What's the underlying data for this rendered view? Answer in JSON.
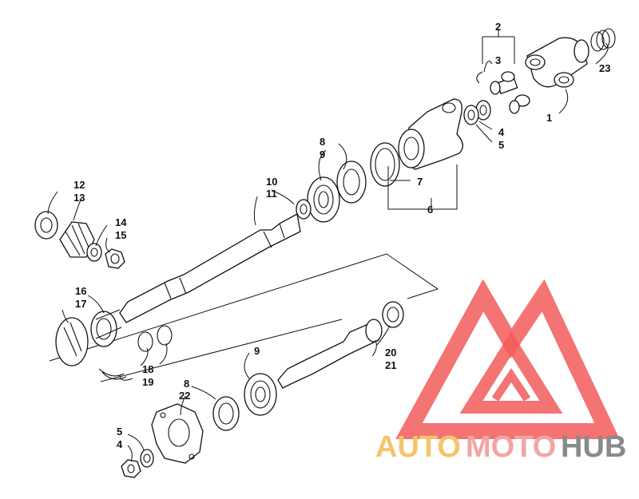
{
  "callouts": {
    "c1": "1",
    "c2": "2",
    "c3": "3",
    "c4a": "4",
    "c5a": "5",
    "c6": "6",
    "c7": "7",
    "c8a": "8",
    "c9a": "9",
    "c10": "10",
    "c11": "11",
    "c12": "12",
    "c13": "13",
    "c14": "14",
    "c15": "15",
    "c16": "16",
    "c17": "17",
    "c18": "18",
    "c19": "19",
    "c20": "20",
    "c21": "21",
    "c23": "23",
    "c9b": "9",
    "c8b": "8",
    "c22": "22",
    "c5b": "5",
    "c4b": "4"
  },
  "watermark": {
    "word_auto": "AUTO",
    "word_moto": "MOTO",
    "word_hub": "HUB",
    "color_auto": "#f5c46a",
    "color_moto": "#f4a4a4",
    "color_hub": "#8a8a8a",
    "color_mark": "#f25a5a"
  }
}
